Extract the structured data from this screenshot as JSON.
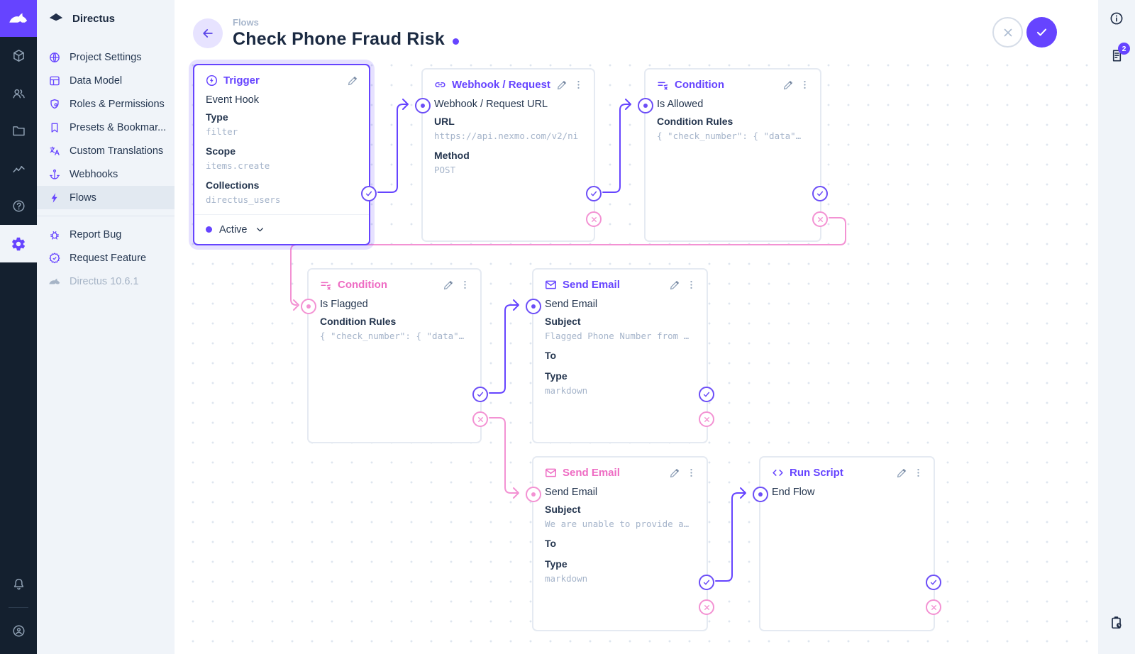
{
  "app": {
    "project_name": "Directus"
  },
  "module_bar": {
    "items": [
      {
        "name": "content",
        "icon": "box-icon"
      },
      {
        "name": "users",
        "icon": "users-icon"
      },
      {
        "name": "files",
        "icon": "folder-icon"
      },
      {
        "name": "insights",
        "icon": "insights-icon"
      },
      {
        "name": "help",
        "icon": "help-icon"
      },
      {
        "name": "settings",
        "icon": "gear-icon",
        "active": true
      }
    ],
    "bottom": [
      {
        "name": "notifications",
        "icon": "bell-icon"
      },
      {
        "name": "account",
        "icon": "avatar-icon"
      }
    ]
  },
  "sidebar": {
    "project": "Directus",
    "items": [
      {
        "label": "Project Settings"
      },
      {
        "label": "Data Model"
      },
      {
        "label": "Roles & Permissions"
      },
      {
        "label": "Presets & Bookmar..."
      },
      {
        "label": "Custom Translations"
      },
      {
        "label": "Webhooks"
      },
      {
        "label": "Flows",
        "active": true
      }
    ],
    "footer": [
      {
        "label": "Report Bug"
      },
      {
        "label": "Request Feature"
      }
    ],
    "version": "Directus 10.6.1"
  },
  "header": {
    "breadcrumb": "Flows",
    "title": "Check Phone Fraud Risk"
  },
  "right_bar": {
    "notifications_badge": "2"
  },
  "flow": {
    "trigger_status": "Active",
    "nodes": [
      {
        "key": "trigger",
        "title": "Trigger",
        "op": "Event Hook",
        "accent": "#6644ff",
        "fields": [
          {
            "label": "Type",
            "value": "filter"
          },
          {
            "label": "Scope",
            "value": "items.create"
          },
          {
            "label": "Collections",
            "value": "directus_users"
          }
        ]
      },
      {
        "key": "webhook",
        "title": "Webhook / Request URL",
        "op": "Webhook / Request URL",
        "accent": "#6644ff",
        "fields": [
          {
            "label": "URL",
            "value": "https://api.nexmo.com/v2/ni"
          },
          {
            "label": "Method",
            "value": "POST"
          }
        ]
      },
      {
        "key": "condition-is-allowed",
        "title": "Condition",
        "op": "Is Allowed",
        "accent": "#6644ff",
        "fields": [
          {
            "label": "Condition Rules",
            "value": "{ \"check_number\": { \"data\"…"
          }
        ]
      },
      {
        "key": "condition-is-flagged",
        "title": "Condition",
        "op": "Is Flagged",
        "accent": "#ee6cc3",
        "fields": [
          {
            "label": "Condition Rules",
            "value": "{ \"check_number\": { \"data\"…"
          }
        ]
      },
      {
        "key": "send-email-flagged",
        "title": "Send Email",
        "op": "Send Email",
        "accent": "#6644ff",
        "fields": [
          {
            "label": "Subject",
            "value": "Flagged Phone Number from …"
          },
          {
            "label": "To"
          },
          {
            "label": "Type",
            "value": "markdown"
          }
        ]
      },
      {
        "key": "send-email-unable",
        "title": "Send Email",
        "op": "Send Email",
        "accent": "#ee6cc3",
        "fields": [
          {
            "label": "Subject",
            "value": "We are unable to provide a…"
          },
          {
            "label": "To"
          },
          {
            "label": "Type",
            "value": "markdown"
          }
        ]
      },
      {
        "key": "run-script",
        "title": "Run Script",
        "op": "End Flow",
        "accent": "#6644ff",
        "fields": []
      }
    ],
    "connections": [
      {
        "from": "trigger",
        "port": "resolve",
        "to": "webhook"
      },
      {
        "from": "webhook",
        "port": "resolve",
        "to": "condition-is-allowed"
      },
      {
        "from": "condition-is-allowed",
        "port": "reject",
        "to": "condition-is-flagged"
      },
      {
        "from": "condition-is-flagged",
        "port": "resolve",
        "to": "send-email-flagged"
      },
      {
        "from": "condition-is-flagged",
        "port": "reject",
        "to": "send-email-unable"
      },
      {
        "from": "send-email-unable",
        "port": "resolve",
        "to": "run-script"
      }
    ]
  },
  "colors": {
    "purple": "#6644ff",
    "pink": "#ee6cc3",
    "text": "#25364f",
    "subdued": "#a5b4ca"
  }
}
